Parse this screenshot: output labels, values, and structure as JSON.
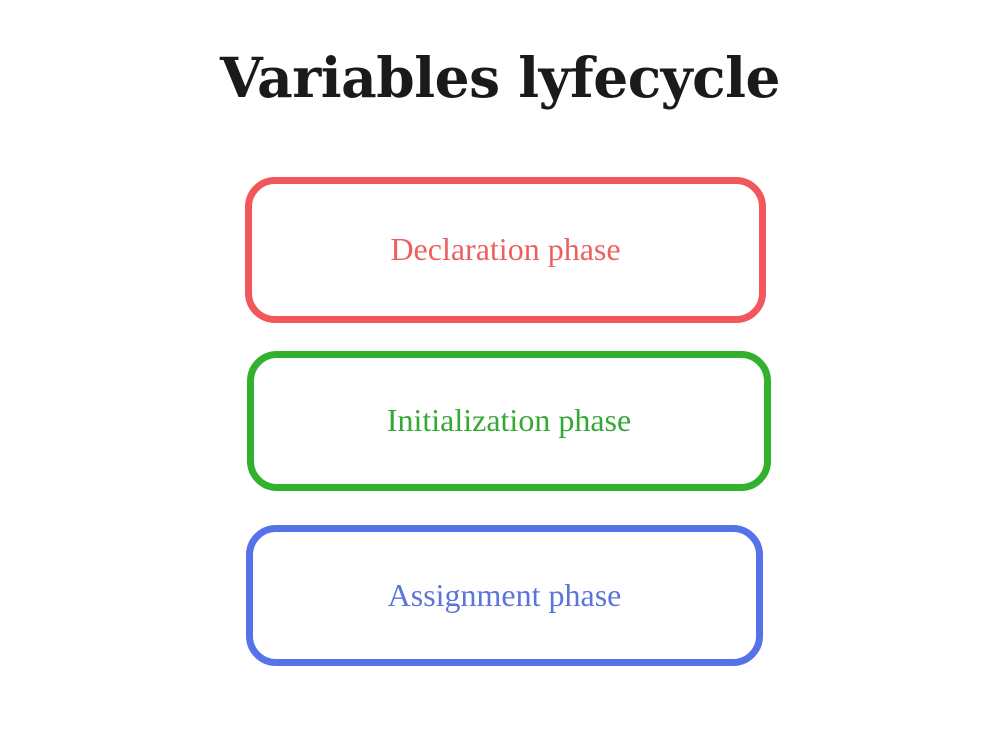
{
  "page": {
    "background_color": "#ffffff",
    "title": "Variables lyfecycle",
    "title_color": "#1a1a1a"
  },
  "diagram": {
    "type": "vertical-stacked-rounded-boxes",
    "box_count": 3,
    "boxes": [
      {
        "id": "declaration",
        "label": "Declaration phase",
        "border_color": "#f2585b",
        "text_color": "#ee5f5f",
        "fill_color": "#ffffff",
        "order": 1
      },
      {
        "id": "initialization",
        "label": "Initialization phase",
        "border_color": "#32b12e",
        "text_color": "#35a835",
        "fill_color": "#ffffff",
        "order": 2
      },
      {
        "id": "assignment",
        "label": "Assignment phase",
        "border_color": "#5572e8",
        "text_color": "#5b75da",
        "fill_color": "#ffffff",
        "order": 3
      }
    ]
  }
}
